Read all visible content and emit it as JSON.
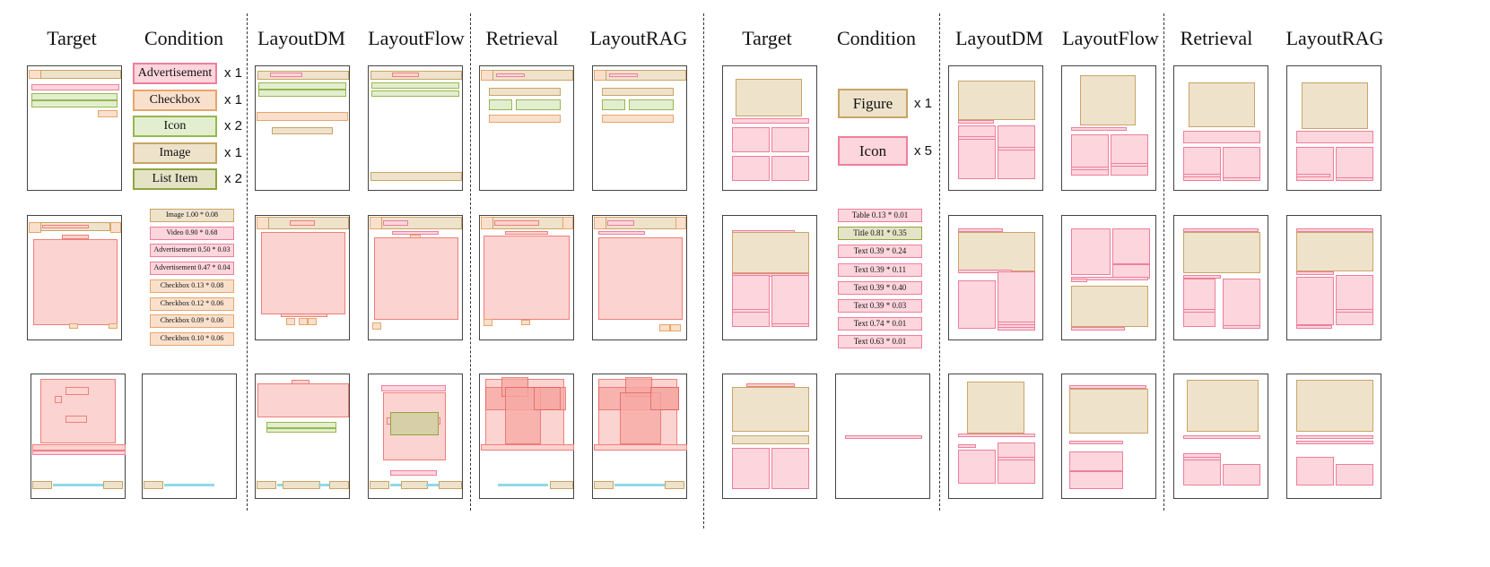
{
  "headers": {
    "left": [
      "Target",
      "Condition",
      "LayoutDM",
      "LayoutFlow",
      "Retrieval",
      "LayoutRAG"
    ],
    "right": [
      "Target",
      "Condition",
      "LayoutDM",
      "LayoutFlow",
      "Retrieval",
      "LayoutRAG"
    ]
  },
  "condition_chips_left": [
    {
      "label": "Advertisement",
      "mult": "x 1",
      "kind": "pink"
    },
    {
      "label": "Checkbox",
      "mult": "x 1",
      "kind": "orange"
    },
    {
      "label": "Icon",
      "mult": "x 2",
      "kind": "green"
    },
    {
      "label": "Image",
      "mult": "x 1",
      "kind": "tan"
    },
    {
      "label": "List Item",
      "mult": "x 2",
      "kind": "olive"
    }
  ],
  "condition_list_left": [
    {
      "text": "Image     1.00 * 0.08",
      "kind": "tan"
    },
    {
      "text": "Video     0.90 * 0.68",
      "kind": "pink"
    },
    {
      "text": "Advertisement     0.50 * 0.03",
      "kind": "pink"
    },
    {
      "text": "Advertisement     0.47 * 0.04",
      "kind": "pink"
    },
    {
      "text": "Checkbox     0.13 * 0.08",
      "kind": "orange"
    },
    {
      "text": "Checkbox     0.12 * 0.06",
      "kind": "orange"
    },
    {
      "text": "Checkbox     0.09 * 0.06",
      "kind": "orange"
    },
    {
      "text": "Checkbox     0.10 * 0.06",
      "kind": "orange"
    }
  ],
  "condition_chips_right": [
    {
      "label": "Figure",
      "mult": "x 1",
      "kind": "tan"
    },
    {
      "label": "Icon",
      "mult": "x 5",
      "kind": "pink"
    }
  ],
  "condition_list_right": [
    {
      "text": "Table   0.13 * 0.01",
      "kind": "pink"
    },
    {
      "text": "Title   0.81 * 0.35",
      "kind": "olive"
    },
    {
      "text": "Text   0.39 * 0.24",
      "kind": "pink"
    },
    {
      "text": "Text   0.39 * 0.11",
      "kind": "pink"
    },
    {
      "text": "Text   0.39 * 0.40",
      "kind": "pink"
    },
    {
      "text": "Text   0.39 * 0.03",
      "kind": "pink"
    },
    {
      "text": "Text   0.74 * 0.01",
      "kind": "pink"
    },
    {
      "text": "Text   0.63 * 0.01",
      "kind": "pink"
    }
  ],
  "colors": {
    "pink": {
      "fill": "#fcd5dd",
      "stroke": "#ee7f9a"
    },
    "salmon": {
      "fill": "#fbd3d0",
      "stroke": "#ef7f78"
    },
    "red": {
      "fill": "#f7a9a4",
      "stroke": "#e4605a"
    },
    "orange": {
      "fill": "#f9e0cc",
      "stroke": "#e8a56a"
    },
    "tan": {
      "fill": "#eee2cb",
      "stroke": "#c9a467"
    },
    "green": {
      "fill": "#e2eecf",
      "stroke": "#96b84e"
    },
    "olive": {
      "fill": "#e4e3c6",
      "stroke": "#8fa53f"
    },
    "cyan": {
      "fill": "#8fd9e8",
      "stroke": "#5bbfd4"
    },
    "olivedark": {
      "fill": "#d7cfa8",
      "stroke": "#96a33d"
    }
  }
}
